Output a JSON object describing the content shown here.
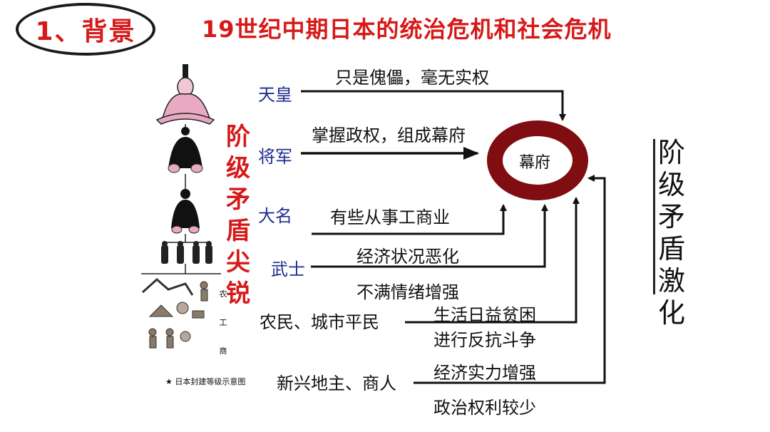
{
  "header": {
    "section_label": "1、背景",
    "title": "19世纪中期日本的统治危机和社会危机"
  },
  "center": {
    "label": "幕府",
    "ring_color": "#7f0d12"
  },
  "left_vertical": "阶级矛盾尖锐",
  "right_vertical": "阶级矛盾激化",
  "classes": [
    {
      "name": "天皇",
      "desc": [
        "只是傀儡，毫无实权"
      ]
    },
    {
      "name": "将军",
      "desc": [
        "掌握政权，组成幕府"
      ]
    },
    {
      "name": "大名",
      "desc": [
        "有些从事工商业"
      ]
    },
    {
      "name": "武士",
      "desc": [
        "经济状况恶化",
        "不满情绪增强"
      ]
    },
    {
      "name": "农民、城市平民",
      "desc": [
        "生活日益贫困",
        "进行反抗斗争"
      ]
    },
    {
      "name": "新兴地主、商人",
      "desc": [
        "经济实力增强",
        "政治权利较少"
      ]
    }
  ],
  "pyramid": {
    "caption": "★ 日本封建等级示意图",
    "side_labels": [
      "农",
      "工",
      "商"
    ]
  },
  "colors": {
    "accent_red": "#d61a1a",
    "class_blue": "#1f2e8f"
  }
}
